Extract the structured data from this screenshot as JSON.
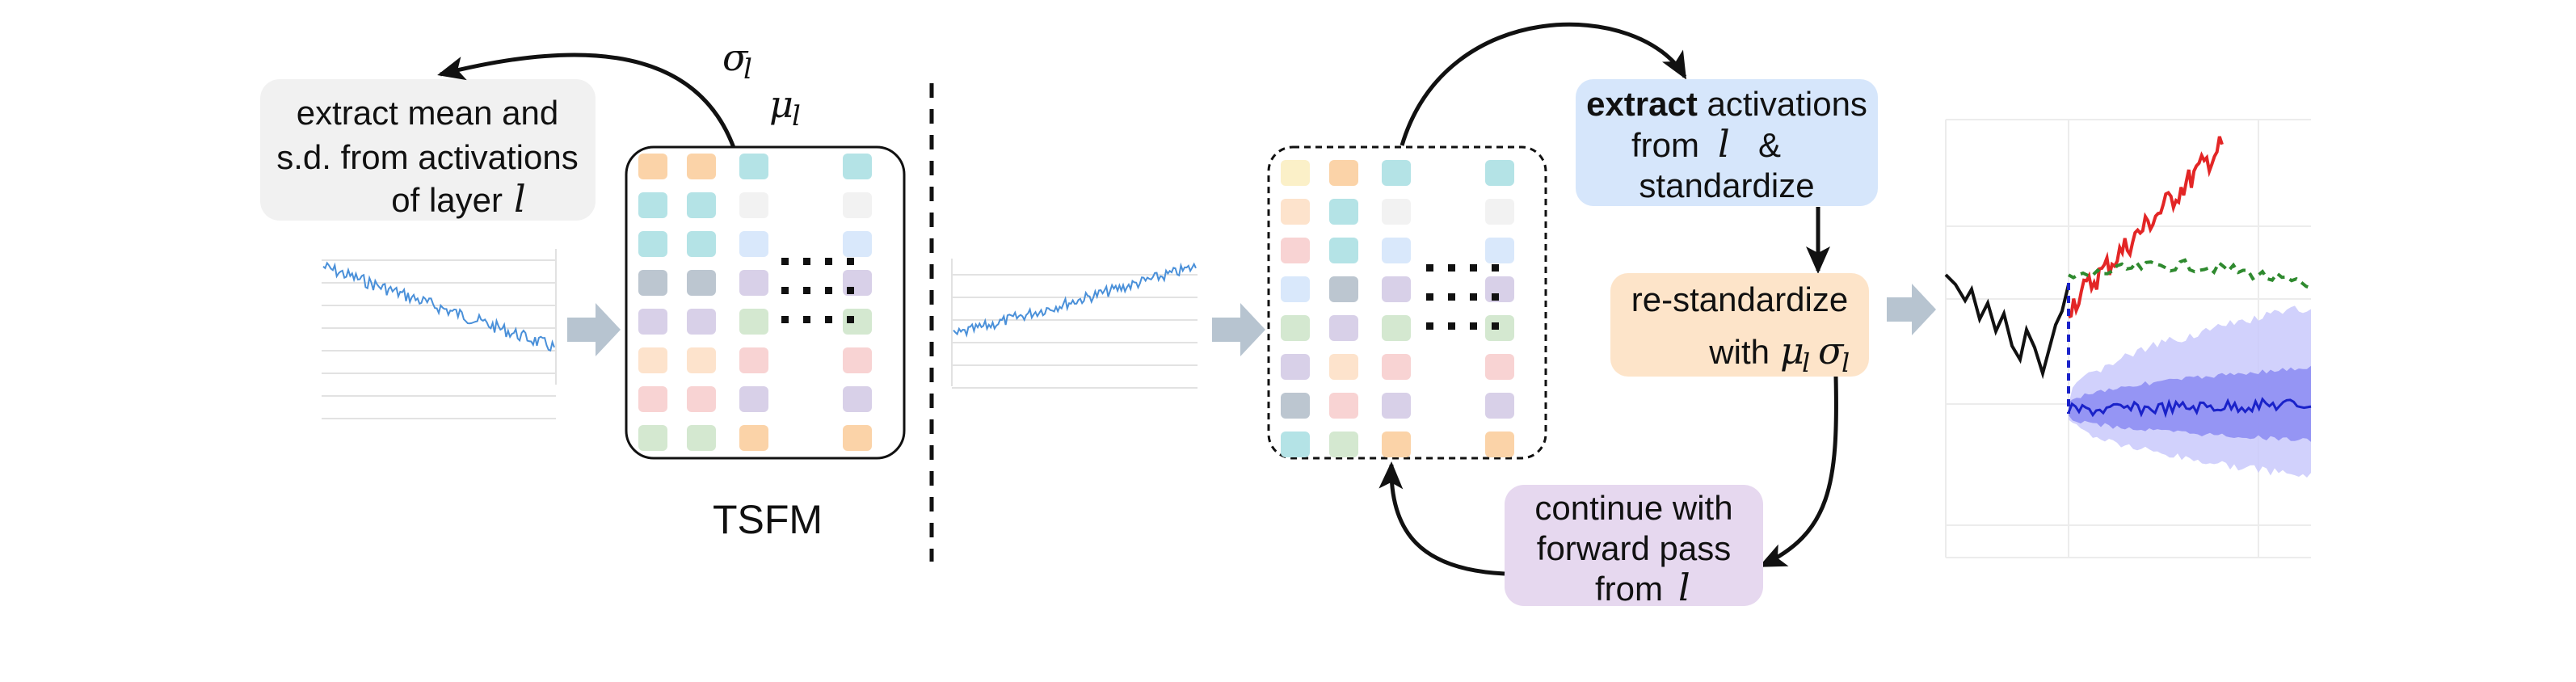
{
  "labels": {
    "extract_stats_line1": "extract mean and",
    "extract_stats_line2": "s.d. from activations",
    "extract_stats_line3": "of layer",
    "layer_symbol": "l",
    "sigma_symbol": "σ",
    "mu_symbol": "μ",
    "tsfm": "TSFM",
    "extract_act_bold": "extract",
    "extract_act_line1_rest": "activations",
    "extract_act_line2_from": "from",
    "extract_act_line2_amp": "&",
    "extract_act_line3": "standardize",
    "restandardize_line1": "re-standardize",
    "restandardize_line2": "with",
    "continue_line1": "continue with",
    "continue_line2": "forward pass",
    "continue_line3": "from"
  },
  "colors": {
    "stats_box": "#f1f1f1",
    "extract_box": "#d6e6fb",
    "restandardize_box": "#fde4c9",
    "continue_box": "#e6d8ef",
    "grey_arrow": "#b7c4d0",
    "series_line": "#4a90d9",
    "history": "#111111",
    "truth": "#e32626",
    "baseline": "#2f8a2f",
    "forecast_median": "#1a22c9",
    "band_outer": "#c9c9fb",
    "band_inner": "#8b8bf2",
    "divider": "#111111"
  },
  "tiles": {
    "orange": "#fbd3a8",
    "teal": "#b4e3e6",
    "grey": "#f2f2f2",
    "lightblue": "#d9e8fb",
    "slate": "#bcc6d0",
    "lavender": "#d8d0e8",
    "green": "#d4e8d0",
    "peach": "#fde3cc",
    "pink": "#f8d3d3",
    "yellow": "#fbf0c8"
  },
  "left_grid": [
    [
      "orange",
      "orange",
      "teal",
      "teal"
    ],
    [
      "teal",
      "teal",
      "grey",
      "grey"
    ],
    [
      "teal",
      "teal",
      "lightblue",
      "lightblue"
    ],
    [
      "slate",
      "slate",
      "lavender",
      "lavender"
    ],
    [
      "lavender",
      "lavender",
      "green",
      "green"
    ],
    [
      "peach",
      "peach",
      "pink",
      "pink"
    ],
    [
      "pink",
      "pink",
      "lavender",
      "lavender"
    ],
    [
      "green",
      "green",
      "orange",
      "orange"
    ]
  ],
  "right_grid": [
    [
      "yellow",
      "orange",
      "teal",
      "teal"
    ],
    [
      "peach",
      "teal",
      "grey",
      "grey"
    ],
    [
      "pink",
      "teal",
      "lightblue",
      "lightblue"
    ],
    [
      "lightblue",
      "slate",
      "lavender",
      "lavender"
    ],
    [
      "green",
      "lavender",
      "green",
      "green"
    ],
    [
      "lavender",
      "peach",
      "pink",
      "pink"
    ],
    [
      "slate",
      "pink",
      "lavender",
      "lavender"
    ],
    [
      "teal",
      "green",
      "orange",
      "orange"
    ]
  ]
}
